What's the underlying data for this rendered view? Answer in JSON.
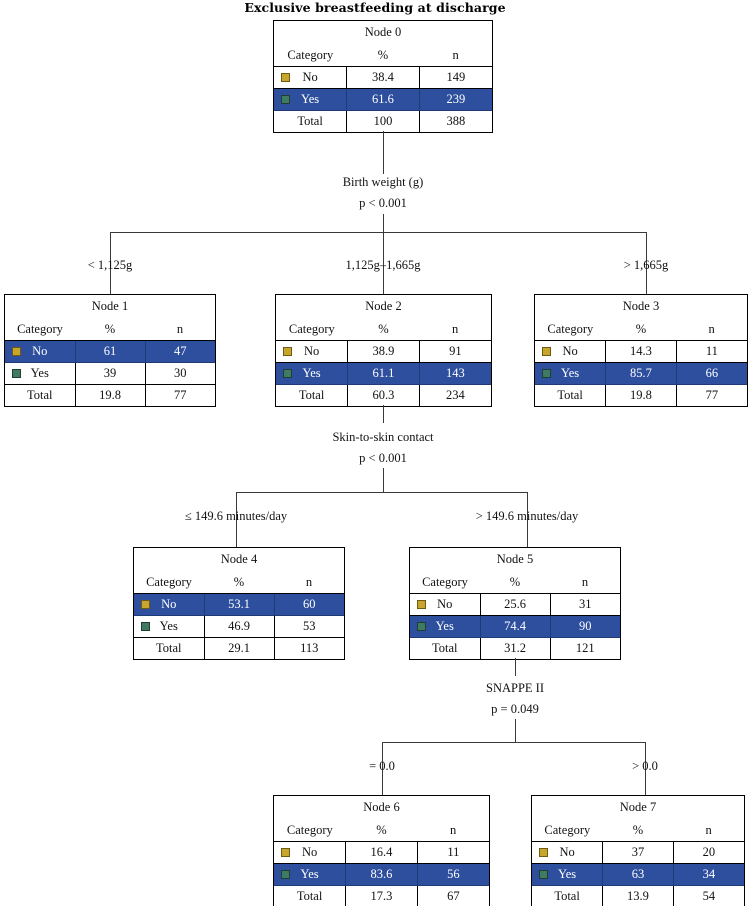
{
  "title": "Exclusive breastfeeding at discharge",
  "columns": {
    "category": "Category",
    "pct": "%",
    "n": "n"
  },
  "labels": {
    "no": "No",
    "yes": "Yes",
    "total": "Total"
  },
  "colors": {
    "highlight": "#2d4f9e",
    "swatch_no": "#c8a62c",
    "swatch_yes": "#3f7a63",
    "line": "#3a3a3a"
  },
  "icons": {
    "no_swatch": "square-marker-gold-icon",
    "yes_swatch": "square-marker-green-icon"
  },
  "nodes": {
    "node0": {
      "title": "Node 0",
      "no": {
        "pct": "38.4",
        "n": "149"
      },
      "yes": {
        "pct": "61.6",
        "n": "239"
      },
      "total": {
        "pct": "100",
        "n": "388"
      },
      "highlight": "yes"
    },
    "node1": {
      "title": "Node 1",
      "no": {
        "pct": "61",
        "n": "47"
      },
      "yes": {
        "pct": "39",
        "n": "30"
      },
      "total": {
        "pct": "19.8",
        "n": "77"
      },
      "highlight": "no"
    },
    "node2": {
      "title": "Node 2",
      "no": {
        "pct": "38.9",
        "n": "91"
      },
      "yes": {
        "pct": "61.1",
        "n": "143"
      },
      "total": {
        "pct": "60.3",
        "n": "234"
      },
      "highlight": "yes"
    },
    "node3": {
      "title": "Node 3",
      "no": {
        "pct": "14.3",
        "n": "11"
      },
      "yes": {
        "pct": "85.7",
        "n": "66"
      },
      "total": {
        "pct": "19.8",
        "n": "77"
      },
      "highlight": "yes"
    },
    "node4": {
      "title": "Node 4",
      "no": {
        "pct": "53.1",
        "n": "60"
      },
      "yes": {
        "pct": "46.9",
        "n": "53"
      },
      "total": {
        "pct": "29.1",
        "n": "113"
      },
      "highlight": "no"
    },
    "node5": {
      "title": "Node 5",
      "no": {
        "pct": "25.6",
        "n": "31"
      },
      "yes": {
        "pct": "74.4",
        "n": "90"
      },
      "total": {
        "pct": "31.2",
        "n": "121"
      },
      "highlight": "yes"
    },
    "node6": {
      "title": "Node 6",
      "no": {
        "pct": "16.4",
        "n": "11"
      },
      "yes": {
        "pct": "83.6",
        "n": "56"
      },
      "total": {
        "pct": "17.3",
        "n": "67"
      },
      "highlight": "yes"
    },
    "node7": {
      "title": "Node 7",
      "no": {
        "pct": "37",
        "n": "20"
      },
      "yes": {
        "pct": "63",
        "n": "34"
      },
      "total": {
        "pct": "13.9",
        "n": "54"
      },
      "highlight": "yes"
    }
  },
  "splits": {
    "split1": {
      "variable": "Birth weight (g)",
      "pvalue": "p < 0.001"
    },
    "split2": {
      "variable": "Skin-to-skin contact",
      "pvalue": "p < 0.001"
    },
    "split3": {
      "variable": "SNAPPE II",
      "pvalue": "p = 0.049"
    }
  },
  "edges": {
    "e1a": "< 1,125g",
    "e1b": "1,125g–1,665g",
    "e1c": "> 1,665g",
    "e2a": "≤ 149.6 minutes/day",
    "e2b": "> 149.6 minutes/day",
    "e3a": "= 0.0",
    "e3b": "> 0.0"
  },
  "chart_data": {
    "type": "tree",
    "title": "Exclusive breastfeeding at discharge",
    "target": "Exclusive breastfeeding at discharge",
    "classes": [
      "No",
      "Yes"
    ],
    "nodes": [
      {
        "id": 0,
        "label": "Node 0",
        "depth": 0,
        "parent": null,
        "edge_label": null,
        "class_pct": [
          38.4,
          61.6
        ],
        "class_n": [
          149,
          239
        ],
        "total_pct": 100,
        "total_n": 388,
        "predicted": "Yes"
      },
      {
        "id": 1,
        "label": "Node 1",
        "depth": 1,
        "parent": 0,
        "edge_label": "< 1,125g",
        "class_pct": [
          61,
          39
        ],
        "class_n": [
          47,
          30
        ],
        "total_pct": 19.8,
        "total_n": 77,
        "predicted": "No"
      },
      {
        "id": 2,
        "label": "Node 2",
        "depth": 1,
        "parent": 0,
        "edge_label": "1,125g–1,665g",
        "class_pct": [
          38.9,
          61.1
        ],
        "class_n": [
          91,
          143
        ],
        "total_pct": 60.3,
        "total_n": 234,
        "predicted": "Yes"
      },
      {
        "id": 3,
        "label": "Node 3",
        "depth": 1,
        "parent": 0,
        "edge_label": "> 1,665g",
        "class_pct": [
          14.3,
          85.7
        ],
        "class_n": [
          11,
          66
        ],
        "total_pct": 19.8,
        "total_n": 77,
        "predicted": "Yes"
      },
      {
        "id": 4,
        "label": "Node 4",
        "depth": 2,
        "parent": 2,
        "edge_label": "≤ 149.6 minutes/day",
        "class_pct": [
          53.1,
          46.9
        ],
        "class_n": [
          60,
          53
        ],
        "total_pct": 29.1,
        "total_n": 113,
        "predicted": "No"
      },
      {
        "id": 5,
        "label": "Node 5",
        "depth": 2,
        "parent": 2,
        "edge_label": "> 149.6 minutes/day",
        "class_pct": [
          25.6,
          74.4
        ],
        "class_n": [
          31,
          90
        ],
        "total_pct": 31.2,
        "total_n": 121,
        "predicted": "Yes"
      },
      {
        "id": 6,
        "label": "Node 6",
        "depth": 3,
        "parent": 5,
        "edge_label": "= 0.0",
        "class_pct": [
          16.4,
          83.6
        ],
        "class_n": [
          11,
          56
        ],
        "total_pct": 17.3,
        "total_n": 67,
        "predicted": "Yes"
      },
      {
        "id": 7,
        "label": "Node 7",
        "depth": 3,
        "parent": 5,
        "edge_label": "> 0.0",
        "class_pct": [
          37,
          63
        ],
        "class_n": [
          20,
          34
        ],
        "total_pct": 13.9,
        "total_n": 54,
        "predicted": "Yes"
      }
    ],
    "splits": [
      {
        "parent": 0,
        "variable": "Birth weight (g)",
        "pvalue": "p < 0.001",
        "children": [
          1,
          2,
          3
        ]
      },
      {
        "parent": 2,
        "variable": "Skin-to-skin contact",
        "pvalue": "p < 0.001",
        "children": [
          4,
          5
        ]
      },
      {
        "parent": 5,
        "variable": "SNAPPE II",
        "pvalue": "p = 0.049",
        "children": [
          6,
          7
        ]
      }
    ]
  }
}
